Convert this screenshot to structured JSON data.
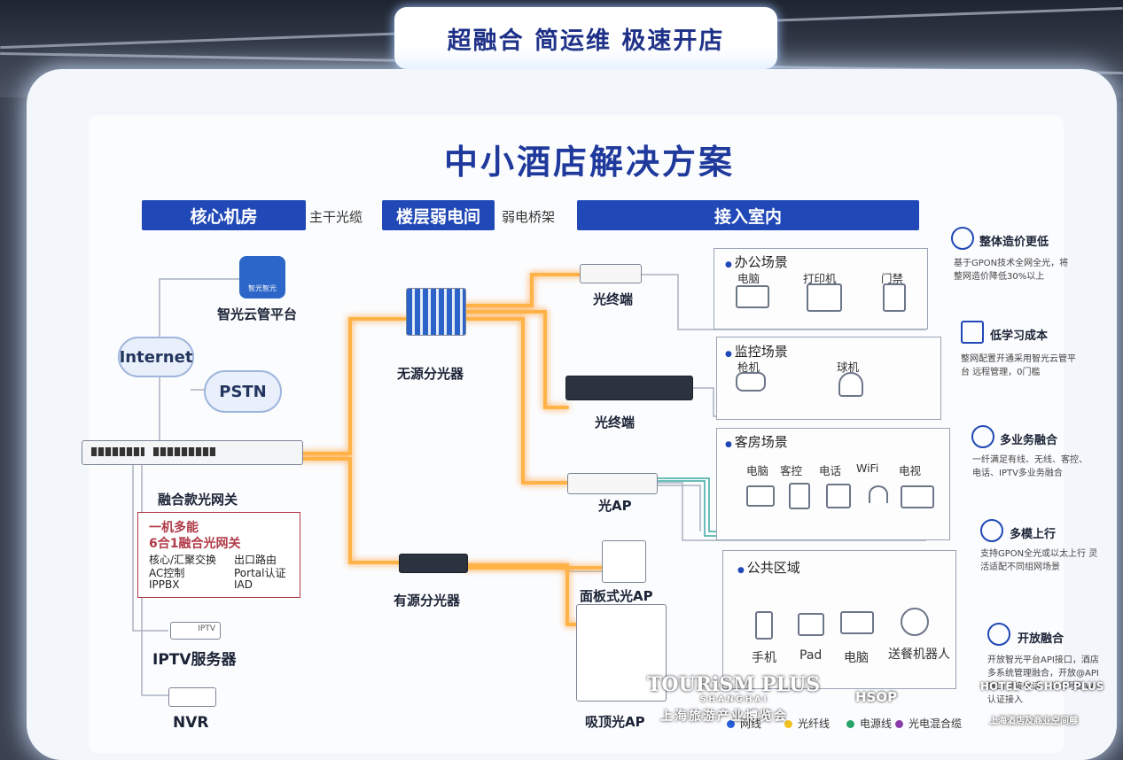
{
  "slogan": "超融合 简运维 极速开店",
  "title": "中小酒店解决方案",
  "headers": {
    "core_room": "核心机房",
    "trunk_cable": "主干光缆",
    "floor_room": "楼层弱电间",
    "bridge": "弱电桥架",
    "access": "接入室内"
  },
  "devices": {
    "cloud_platform": "智光云管平台",
    "cloud_logo": "智光智光",
    "internet": "Internet",
    "pstn": "PSTN",
    "gateway": "融合款光网关",
    "passive_splitter": "无源分光器",
    "active_splitter": "有源分光器",
    "ont1": "光终端",
    "ont2": "光终端",
    "ap": "光AP",
    "panel_ap": "面板式光AP",
    "ceiling_ap": "吸顶光AP",
    "iptv": "IPTV服务器",
    "iptv_tag": "IPTV",
    "nvr": "NVR"
  },
  "feature_box": {
    "line1": "一机多能",
    "line2": "6合1融合光网关",
    "items": [
      "核心/汇聚交换",
      "出口路由",
      "AC控制",
      "Portal认证",
      "IPPBX",
      "IAD"
    ]
  },
  "scenes": {
    "office": {
      "title": "办公场景",
      "items": [
        "电脑",
        "打印机",
        "门禁"
      ]
    },
    "monitor": {
      "title": "监控场景",
      "items": [
        "枪机",
        "球机"
      ]
    },
    "room": {
      "title": "客房场景",
      "items": [
        "电脑",
        "客控",
        "电话",
        "WiFi",
        "电视"
      ]
    },
    "public": {
      "title": "公共区域",
      "items": [
        "手机",
        "Pad",
        "电脑",
        "送餐机器人"
      ]
    }
  },
  "sidebar": [
    {
      "title": "整体造价更低",
      "text": "基于GPON技术全网全光，将整网造价降低30%以上"
    },
    {
      "title": "低学习成本",
      "text": "整网配置开通采用智光云管平台 远程管理，0门槛"
    },
    {
      "title": "多业务融合",
      "text": "一纤满足有线、无线、客控、电话、IPTV多业务融合"
    },
    {
      "title": "多模上行",
      "text": "支持GPON全光或以太上行 灵活适配不同组网场景"
    },
    {
      "title": "开放融合",
      "text": "开放智光平台API接口，酒店多系统管理融合，开放@API接口对接电话、公众号做WiFi认证接入"
    }
  ],
  "legend": [
    "网线",
    "光纤线",
    "电源线",
    "光电混合缆"
  ],
  "watermarks": {
    "tourism": "TOURiSM PLUS",
    "shanghai": "SHANGHAI",
    "expo": "上海旅游产业博览会",
    "hsop": "HSOP",
    "hotel_shop": "HOTEL & SHOP PLUS",
    "hotel_shop_cn": "上海酒店及商业空间展"
  },
  "colors": {
    "brand_blue": "#2048b6",
    "fiber_glow": "#ffb347",
    "title_blue": "#1f3a9c",
    "accent_red": "#b03a48"
  }
}
